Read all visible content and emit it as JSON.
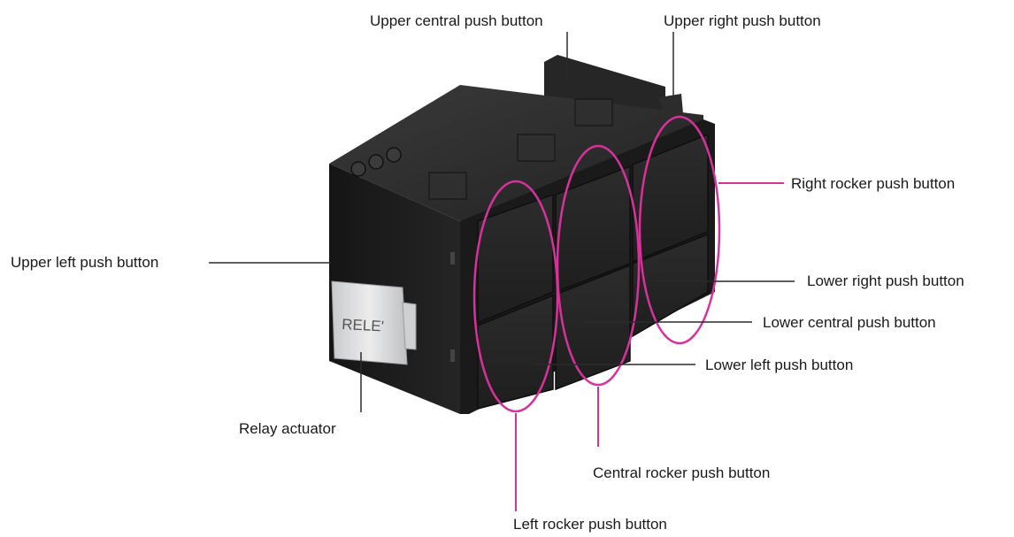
{
  "labels": {
    "upper_central": "Upper central push button",
    "upper_right": "Upper right push button",
    "right_rocker": "Right rocker push button",
    "upper_left": "Upper left push button",
    "lower_right": "Lower right push button",
    "lower_central": "Lower central push button",
    "lower_left": "Lower left push button",
    "relay_actuator": "Relay actuator",
    "central_rocker": "Central rocker push button",
    "left_rocker": "Left rocker push button"
  },
  "device": {
    "relay_marking": "RELE'"
  },
  "colors": {
    "rocker_highlight": "#d6329a",
    "leader_line": "#2a2a2a",
    "device_body": "#1c1c1c",
    "device_face": "#262626",
    "relay_body": "#d9dadb"
  }
}
